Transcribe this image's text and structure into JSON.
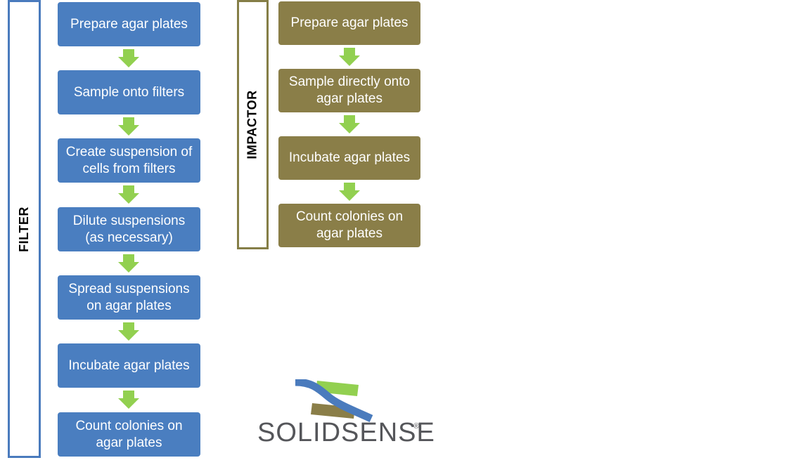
{
  "filter": {
    "label": "FILTER",
    "steps": [
      "Prepare agar plates",
      "Sample onto filters",
      "Create suspension of cells from filters",
      "Dilute suspensions (as necessary)",
      "Spread suspensions on agar plates",
      "Incubate agar plates",
      "Count colonies on agar plates"
    ]
  },
  "impactor": {
    "label": "IMPACTOR",
    "steps": [
      "Prepare agar plates",
      "Sample directly onto agar plates",
      "Incubate agar plates",
      "Count colonies on agar plates"
    ]
  },
  "logo": {
    "text": "SOLIDSENSE",
    "registered": "®"
  },
  "colors": {
    "filter_box": "#4a7ec0",
    "impactor_box": "#8a7e48",
    "arrow": "#92d050",
    "logo_blue": "#4a7bbd",
    "logo_green": "#92d050",
    "logo_olive": "#8a7e48"
  }
}
